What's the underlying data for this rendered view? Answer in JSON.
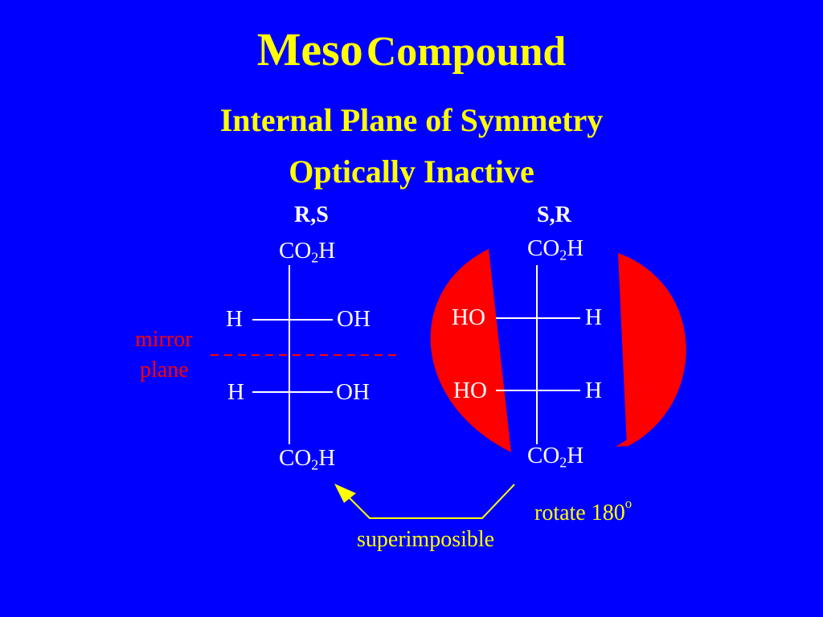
{
  "slide": {
    "title_word1": "Meso",
    "title_word2": "Compound",
    "subtitle1": "Internal Plane of Symmetry",
    "subtitle2": "Optically Inactive"
  },
  "left_molecule": {
    "config": "R,S",
    "top_group": "CO",
    "top_sub": "2",
    "top_tail": "H",
    "row1_left": "H",
    "row1_right": "OH",
    "row2_left": "H",
    "row2_right": "OH",
    "bottom_group": "CO",
    "bottom_sub": "2",
    "bottom_tail": "H"
  },
  "mirror": {
    "line1": "mirror",
    "line2": "plane"
  },
  "right_molecule": {
    "config": "S,R",
    "top_group": "CO",
    "top_sub": "2",
    "top_tail": "H",
    "row1_left": "HO",
    "row1_right": "H",
    "row2_left": "HO",
    "row2_right": "H",
    "bottom_group": "CO",
    "bottom_sub": "2",
    "bottom_tail": "H"
  },
  "rotate": {
    "text": "rotate 180",
    "superscript": "o"
  },
  "superimposible": "superimposible",
  "colors": {
    "background": "#0000ff",
    "title": "#ffff00",
    "structure": "#ffffff",
    "arrows": "#ff0000",
    "mirror_plane": "#ff0000"
  }
}
